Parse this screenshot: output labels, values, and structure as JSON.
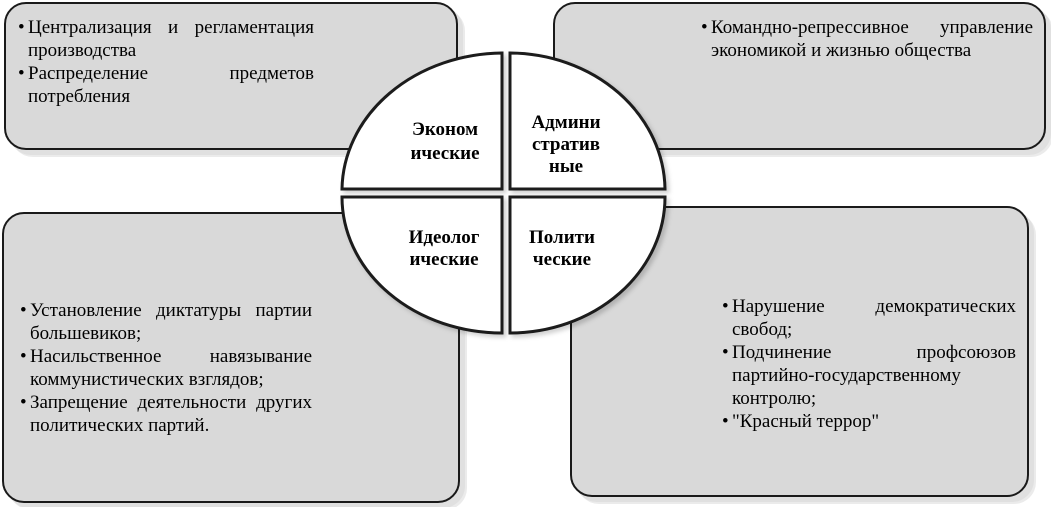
{
  "panels": {
    "top_left": {
      "items": [
        "Централизация и регламентация производства",
        "Распределение предметов потребления"
      ]
    },
    "top_right": {
      "items": [
        "Командно-репрессивное управление экономикой и жизнью общества"
      ]
    },
    "bottom_left": {
      "items": [
        "Установление диктатуры партии большевиков;",
        "Насильственное навязывание коммунистических взглядов;",
        "Запрещение деятельности других политических партий."
      ]
    },
    "bottom_right": {
      "items": [
        "Нарушение демократических свобод;",
        "Подчинение профсоюзов партийно-государственному контролю;",
        "\"Красный террор\""
      ]
    }
  },
  "wheel": {
    "economic": {
      "line1": "Эконом",
      "line2": "ические"
    },
    "administrative": {
      "line1": "Админи",
      "line2": "стратив",
      "line3": "ные"
    },
    "ideological": {
      "line1": "Идеолог",
      "line2": "ические"
    },
    "political": {
      "line1": "Полити",
      "line2": "ческие"
    }
  },
  "colors": {
    "panel_fill": "#d9d9d9",
    "wheel_fill": "#ffffff",
    "stroke": "#1a1a1a"
  }
}
